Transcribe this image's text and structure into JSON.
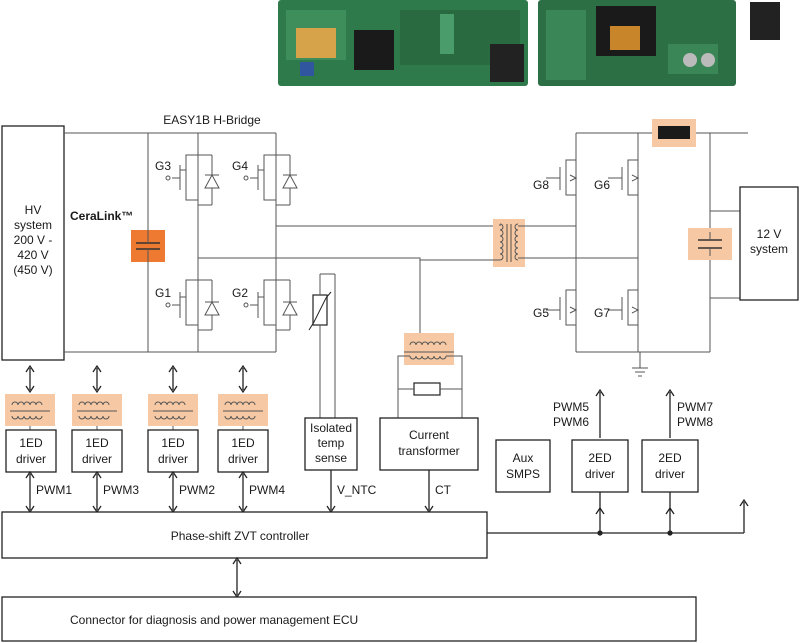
{
  "diagram": {
    "title": "EASY1B H-Bridge",
    "hv_system": [
      "HV",
      "system",
      "200 V -",
      "420 V",
      "(450 V)"
    ],
    "ceralink": "CeraLink™",
    "lv_system": [
      "12 V",
      "system"
    ],
    "gates_left": [
      "G3",
      "G4",
      "G1",
      "G2"
    ],
    "gates_right": [
      "G8",
      "G6",
      "G5",
      "G7"
    ],
    "driver_line1": "1ED",
    "driver_line2": "driver",
    "pwm_left": [
      "PWM1",
      "PWM3",
      "PWM2",
      "PWM4"
    ],
    "temp_sense": [
      "Isolated",
      "temp",
      "sense"
    ],
    "v_ntc": "V_NTC",
    "current_transformer": [
      "Current",
      "transformer"
    ],
    "ct": "CT",
    "aux": [
      "Aux",
      "SMPS"
    ],
    "driver2_line1": "2ED",
    "driver2_line2": "driver",
    "pwm_right_a": [
      "PWM5",
      "PWM6"
    ],
    "pwm_right_b": [
      "PWM7",
      "PWM8"
    ],
    "controller": "Phase-shift ZVT controller",
    "connector": "Connector for diagnosis and power management ECU",
    "colors": {
      "highlight": "#f6c9a4",
      "ceralink": "#ee7a32",
      "pcb": "#2f7a4a"
    }
  }
}
